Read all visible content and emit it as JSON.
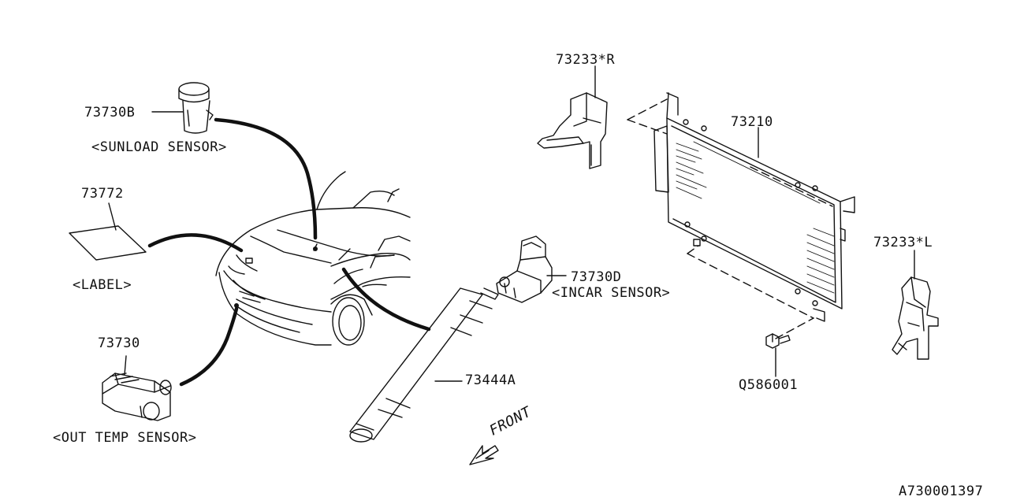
{
  "parts": {
    "sunload_sensor": {
      "number": "73730B",
      "caption": "<SUNLOAD SENSOR>"
    },
    "label": {
      "number": "73772",
      "caption": "<LABEL>"
    },
    "out_temp_sensor": {
      "number": "73730",
      "caption": "<OUT TEMP SENSOR>"
    },
    "aspirator_hose": {
      "number": "73444A"
    },
    "incar_sensor": {
      "number": "73730D",
      "caption": "<INCAR SENSOR>"
    },
    "bracket_right": {
      "number": "73233*R"
    },
    "condenser": {
      "number": "73210"
    },
    "bracket_left": {
      "number": "73233*L"
    },
    "bolt": {
      "number": "Q586001"
    }
  },
  "direction": {
    "text": "FRONT",
    "icon": "front-arrow-icon"
  },
  "diagram_id": "A730001397",
  "colors": {
    "line": "#111111",
    "background": "#ffffff"
  }
}
